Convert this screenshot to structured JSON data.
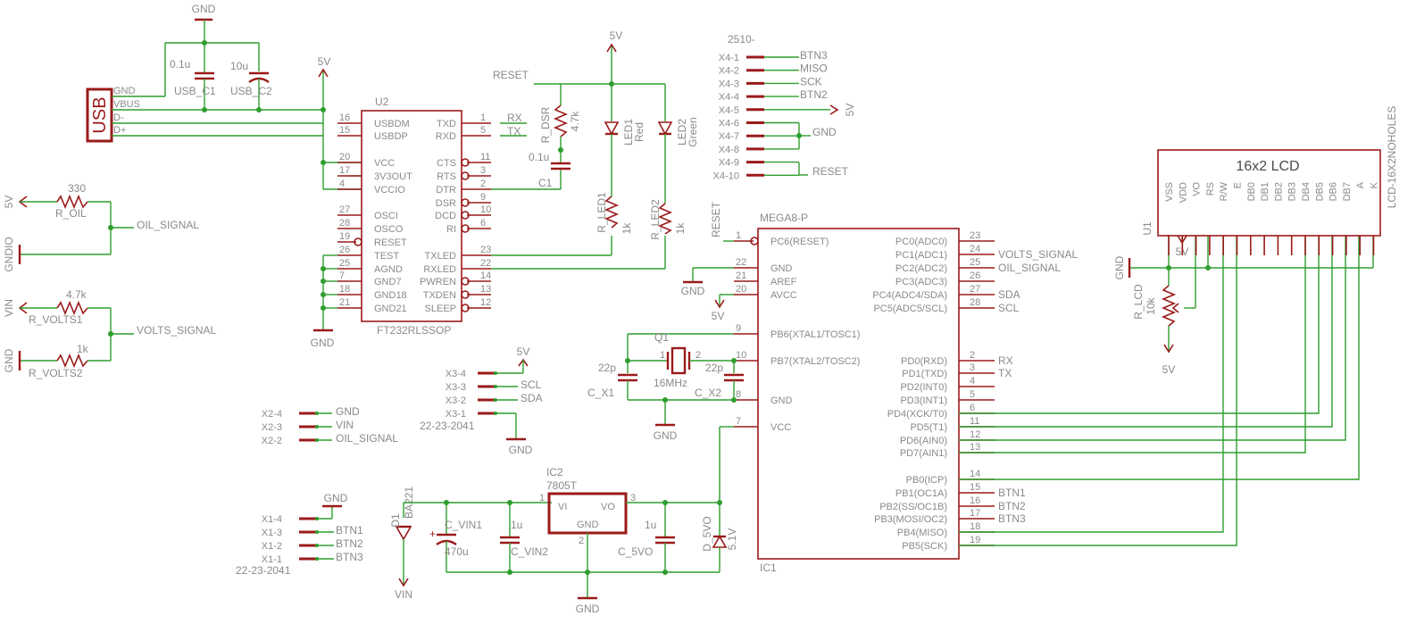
{
  "labels": {
    "gnd": "GND",
    "v5": "5V",
    "vin": "VIN",
    "usb": "USB",
    "usb_gnd": "GND",
    "usb_vbus": "VBUS",
    "usb_dm": "D-",
    "usb_dp": "D+",
    "c_usb1_val": "0.1u",
    "c_usb1_name": "USB_C1",
    "c_usb2_val": "10u",
    "c_usb2_name": "USB_C2",
    "u2_name": "U2",
    "u2_part": "FT232RLSSOP",
    "reset": "RESET",
    "r_dsr_name": "R_DSR",
    "r_dsr_val": "4.7k",
    "c1_val": "0.1u",
    "c1_name": "C1",
    "led1_name": "LED1",
    "led1_color": "Red",
    "led2_name": "LED2",
    "led2_color": "Green",
    "r_led1_name": "R_LED1",
    "r_led1_val": "1k",
    "r_led2_name": "R_LED2",
    "r_led2_val": "1k",
    "x4_part": "2510-",
    "r_oil_val": "330",
    "r_oil_name": "R_OIL",
    "oil_signal": "OIL_SIGNAL",
    "gndio": "GNDIO",
    "r_volts1_val": "4.7k",
    "r_volts1_name": "R_VOLTS1",
    "volts_signal": "VOLTS_SIGNAL",
    "r_volts2_val": "1k",
    "r_volts2_name": "R_VOLTS2",
    "mega_part": "MEGA8-P",
    "ic1_name": "IC1",
    "q1_name": "Q1",
    "q1_val": "16MHz",
    "cx1_val": "22p",
    "cx1_name": "C_X1",
    "cx2_val": "22p",
    "cx2_name": "C_X2",
    "ic2_name": "IC2",
    "ic2_part": "7805T",
    "reg_vi": "VI",
    "reg_vo": "VO",
    "reg_gnd": "GND",
    "d1_name": "D1",
    "d1_val": "BA221",
    "cvin1_name": "C_VIN1",
    "cvin1_val": "470u",
    "cvin2_val": "1u",
    "cvin2_name": "C_VIN2",
    "c5vo_val": "1u",
    "c5vo_name": "C_5VO",
    "d5vo_name": "D_5VO",
    "d5vo_val": "5.1V",
    "x3_part": "22-23-2041",
    "x1_part": "22-23-2041",
    "scl": "SCL",
    "sda": "SDA",
    "btn1": "BTN1",
    "btn2": "BTN2",
    "btn3": "BTN3",
    "miso": "MISO",
    "sck": "SCK",
    "rx": "RX",
    "tx": "TX",
    "lcd_title": "16x2 LCD",
    "lcd_part": "LCD-16X2NOHOLES",
    "u1_name": "U1",
    "r_lcd_name": "R_LCD",
    "r_lcd_val": "10k"
  },
  "ft232": {
    "left_pins": [
      {
        "num": "16",
        "name": "USBDM"
      },
      {
        "num": "15",
        "name": "USBDP"
      },
      {
        "num": "20",
        "name": "VCC"
      },
      {
        "num": "17",
        "name": "3V3OUT"
      },
      {
        "num": "4",
        "name": "VCCIO"
      },
      {
        "num": "27",
        "name": "OSCI"
      },
      {
        "num": "28",
        "name": "OSCO"
      },
      {
        "num": "19",
        "name": "RESET"
      },
      {
        "num": "26",
        "name": "TEST"
      },
      {
        "num": "25",
        "name": "AGND"
      },
      {
        "num": "7",
        "name": "GND7"
      },
      {
        "num": "18",
        "name": "GND18"
      },
      {
        "num": "21",
        "name": "GND21"
      }
    ],
    "right_pins": [
      {
        "num": "1",
        "name": "TXD"
      },
      {
        "num": "5",
        "name": "RXD"
      },
      {
        "num": "11",
        "name": "CTS"
      },
      {
        "num": "3",
        "name": "RTS"
      },
      {
        "num": "2",
        "name": "DTR"
      },
      {
        "num": "9",
        "name": "DSR"
      },
      {
        "num": "10",
        "name": "DCD"
      },
      {
        "num": "6",
        "name": "RI"
      },
      {
        "num": "23",
        "name": "TXLED"
      },
      {
        "num": "22",
        "name": "RXLED"
      },
      {
        "num": "14",
        "name": "PWREN"
      },
      {
        "num": "13",
        "name": "TXDEN"
      },
      {
        "num": "12",
        "name": "SLEEP"
      }
    ]
  },
  "mega8": {
    "left_pins": [
      {
        "num": "1",
        "name": "PC6(RESET)"
      },
      {
        "num": "22",
        "name": "GND"
      },
      {
        "num": "21",
        "name": "AREF"
      },
      {
        "num": "20",
        "name": "AVCC"
      },
      {
        "num": "9",
        "name": "PB6(XTAL1/TOSC1)"
      },
      {
        "num": "10",
        "name": "PB7(XTAL2/TOSC2)"
      },
      {
        "num": "8",
        "name": "GND"
      },
      {
        "num": "7",
        "name": "VCC"
      }
    ],
    "right_pins": [
      {
        "num": "23",
        "name": "PC0(ADC0)",
        "net": ""
      },
      {
        "num": "24",
        "name": "PC1(ADC1)",
        "net": "VOLTS_SIGNAL"
      },
      {
        "num": "25",
        "name": "PC2(ADC2)",
        "net": "OIL_SIGNAL"
      },
      {
        "num": "26",
        "name": "PC3(ADC3)",
        "net": ""
      },
      {
        "num": "27",
        "name": "PC4(ADC4/SDA)",
        "net": "SDA"
      },
      {
        "num": "28",
        "name": "PC5(ADC5/SCL)",
        "net": "SCL"
      },
      {
        "num": "2",
        "name": "PD0(RXD)",
        "net": "RX"
      },
      {
        "num": "3",
        "name": "PD1(TXD)",
        "net": "TX"
      },
      {
        "num": "4",
        "name": "PD2(INT0)",
        "net": ""
      },
      {
        "num": "5",
        "name": "PD3(INT1)",
        "net": ""
      },
      {
        "num": "6",
        "name": "PD4(XCK/T0)",
        "net": ""
      },
      {
        "num": "11",
        "name": "PD5(T1)",
        "net": ""
      },
      {
        "num": "12",
        "name": "PD6(AIN0)",
        "net": ""
      },
      {
        "num": "13",
        "name": "PD7(AIN1)",
        "net": ""
      },
      {
        "num": "14",
        "name": "PB0(ICP)",
        "net": ""
      },
      {
        "num": "15",
        "name": "PB1(OC1A)",
        "net": "BTN1"
      },
      {
        "num": "16",
        "name": "PB2(SS/OC1B)",
        "net": "BTN2"
      },
      {
        "num": "17",
        "name": "PB3(MOSI/OC2)",
        "net": "BTN3"
      },
      {
        "num": "18",
        "name": "PB4(MISO)",
        "net": ""
      },
      {
        "num": "19",
        "name": "PB5(SCK)",
        "net": ""
      }
    ]
  },
  "x4": [
    {
      "pin": "X4-1",
      "net": "BTN3"
    },
    {
      "pin": "X4-2",
      "net": "MISO"
    },
    {
      "pin": "X4-3",
      "net": "SCK"
    },
    {
      "pin": "X4-4",
      "net": "BTN2"
    },
    {
      "pin": "X4-5",
      "net": "5V"
    },
    {
      "pin": "X4-6",
      "net": ""
    },
    {
      "pin": "X4-7",
      "net": "GND"
    },
    {
      "pin": "X4-8",
      "net": ""
    },
    {
      "pin": "X4-9",
      "net": ""
    },
    {
      "pin": "X4-10",
      "net": "RESET"
    }
  ],
  "x3": [
    {
      "pin": "X3-4",
      "net": "5V"
    },
    {
      "pin": "X3-3",
      "net": "SCL"
    },
    {
      "pin": "X3-2",
      "net": "SDA"
    },
    {
      "pin": "X3-1",
      "net": "GND"
    }
  ],
  "x2": [
    {
      "pin": "X2-4",
      "net": "GND"
    },
    {
      "pin": "X2-3",
      "net": "VIN"
    },
    {
      "pin": "X2-2",
      "net": "OIL_SIGNAL"
    }
  ],
  "x1": [
    {
      "pin": "X1-4",
      "net": "GND"
    },
    {
      "pin": "X1-3",
      "net": "BTN1"
    },
    {
      "pin": "X1-2",
      "net": "BTN2"
    },
    {
      "pin": "X1-1",
      "net": "BTN3"
    }
  ],
  "lcd_pins": [
    "VSS",
    "VDD",
    "VO",
    "RS",
    "R/W",
    "E",
    "DB0",
    "DB1",
    "DB2",
    "DB3",
    "DB4",
    "DB5",
    "DB6",
    "DB7",
    "A",
    "K"
  ]
}
